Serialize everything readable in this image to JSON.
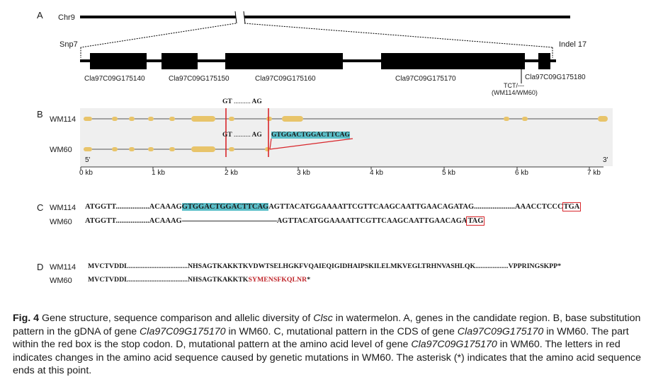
{
  "panel_a": {
    "letter": "A",
    "chr_label": "Chr9",
    "snp_label": "Snp7",
    "indel_label": "Indel 17",
    "genes": [
      "Cla97C09G175140",
      "Cla97C09G175150",
      "Cla97C09G175160",
      "Cla97C09G175170",
      "Cla97C09G175180"
    ],
    "indel_note_1": "TCT/---",
    "indel_note_2": "(WM114/WM60)"
  },
  "panel_b": {
    "letter": "B",
    "row1": "WM114",
    "row2": "WM60",
    "gt_top": "GT",
    "ag_top": "AG",
    "gt_mid": "GT",
    "ag_mid": "AG",
    "dots": "..........",
    "inserted_seq": "GTGGACTGGACTTCAG",
    "five_prime": "5'",
    "three_prime": "3'",
    "ticks": [
      "0 kb",
      "1 kb",
      "2 kb",
      "3 kb",
      "4 kb",
      "5 kb",
      "6 kb",
      "7 kb"
    ]
  },
  "panel_c": {
    "letter": "C",
    "row1_label": "WM114",
    "row2_label": "WM60",
    "wm114_a": "ATGGTT..................ACAAAG",
    "wm114_hl": "GTGGACTGGACTTCAG",
    "wm114_b": "AGTTACATGGAAAATTCGTTCAAGCAATTGAACAGATAG......................AAACCTCCC",
    "wm114_stop": "TGA",
    "wm60_a": "ATGGTT..................ACAAAG",
    "wm60_b": "AGTTACATGGAAAATTCGTTCAAGCAATTGAACAGA",
    "wm60_stop": "TAG"
  },
  "panel_d": {
    "letter": "D",
    "row1_label": "WM114",
    "row2_label": "WM60",
    "wm114_seq": "MVCTVDDL..................................NHSAGTKAKKTKVDWTSELHGKFVQAIEQIGIDHAIPSKILELMKVEGLTRHNVASHLQK...................VPPRINGSKPP*",
    "wm60_a": "MVCTVDDL..................................NHSAGTKAKKTK",
    "wm60_red": "SYMENSFKQLNR",
    "wm60_end": "*"
  },
  "caption": {
    "fig": "Fig. 4",
    "t1": " Gene structure, sequence comparison and allelic diversity of ",
    "gene1": "Clsc",
    "t2": " in watermelon.  A, genes in the candidate region.  B, base substitution pattern in the gDNA of gene ",
    "gene2": "Cla97C09G175170",
    "t3": " in WM60.  C, mutational pattern in the CDS of gene ",
    "gene3": "Cla97C09G175170",
    "t4": " in WM60.  The part within the red box is the stop codon.  D, mutational pattern at the amino acid level of gene ",
    "gene4": "Cla97C09G175170",
    "t5": " in WM60.  The letters in red indicates changes in the amino acid sequence caused by genetic mutations in WM60.  The asterisk (*) indicates that the amino acid sequence ends at this point."
  },
  "colors": {
    "exon": "#e8c46a",
    "highlight": "#5bbfc9",
    "red": "#d8262b",
    "panel_bg": "#efefef"
  }
}
